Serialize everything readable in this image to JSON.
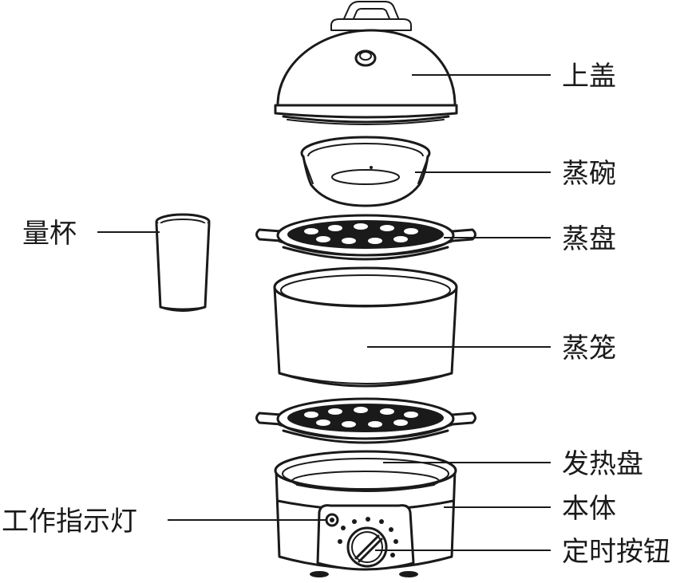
{
  "labels": {
    "lid": "上盖",
    "steam_bowl": "蒸碗",
    "steam_tray": "蒸盘",
    "measuring_cup": "量杯",
    "steamer_basket": "蒸笼",
    "heating_plate": "发热盘",
    "main_body": "本体",
    "indicator_light": "工作指示灯",
    "timer_knob": "定时按钮"
  }
}
